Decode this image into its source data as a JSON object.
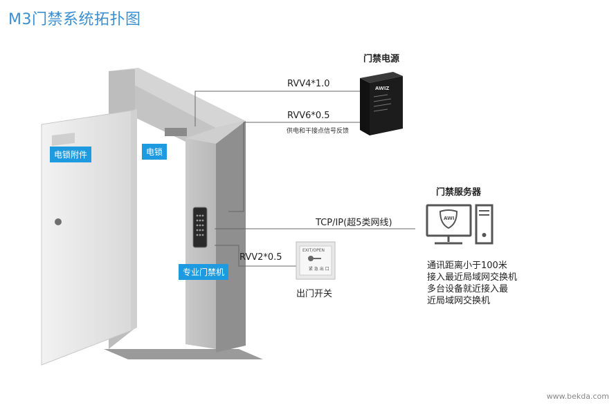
{
  "title": "M3门禁系统拓扑图",
  "tags": {
    "lock_accessory": "电锁附件",
    "electric_lock": "电锁",
    "access_controller": "专业门禁机"
  },
  "power_supply": {
    "title": "门禁电源",
    "brand": "AWIZ"
  },
  "server": {
    "title": "门禁服务器",
    "logo": "AWI"
  },
  "cables": {
    "rvv4": "RVV4*1.0",
    "rvv6": "RVV6*0.5",
    "rvv6_note": "供电和干接点信号反馈",
    "tcpip": "TCP/IP(超5类网线)",
    "rvv2": "RVV2*0.5"
  },
  "exit_switch": {
    "label": "出门开关",
    "brand": "EXIT/OPEN",
    "panel_text": "紧 急 出 口"
  },
  "notes": [
    "通讯距离小于100米",
    "接入最近局域网交换机",
    "多台设备就近接入最",
    "近局域网交换机"
  ],
  "watermark": "www.bekda.com"
}
